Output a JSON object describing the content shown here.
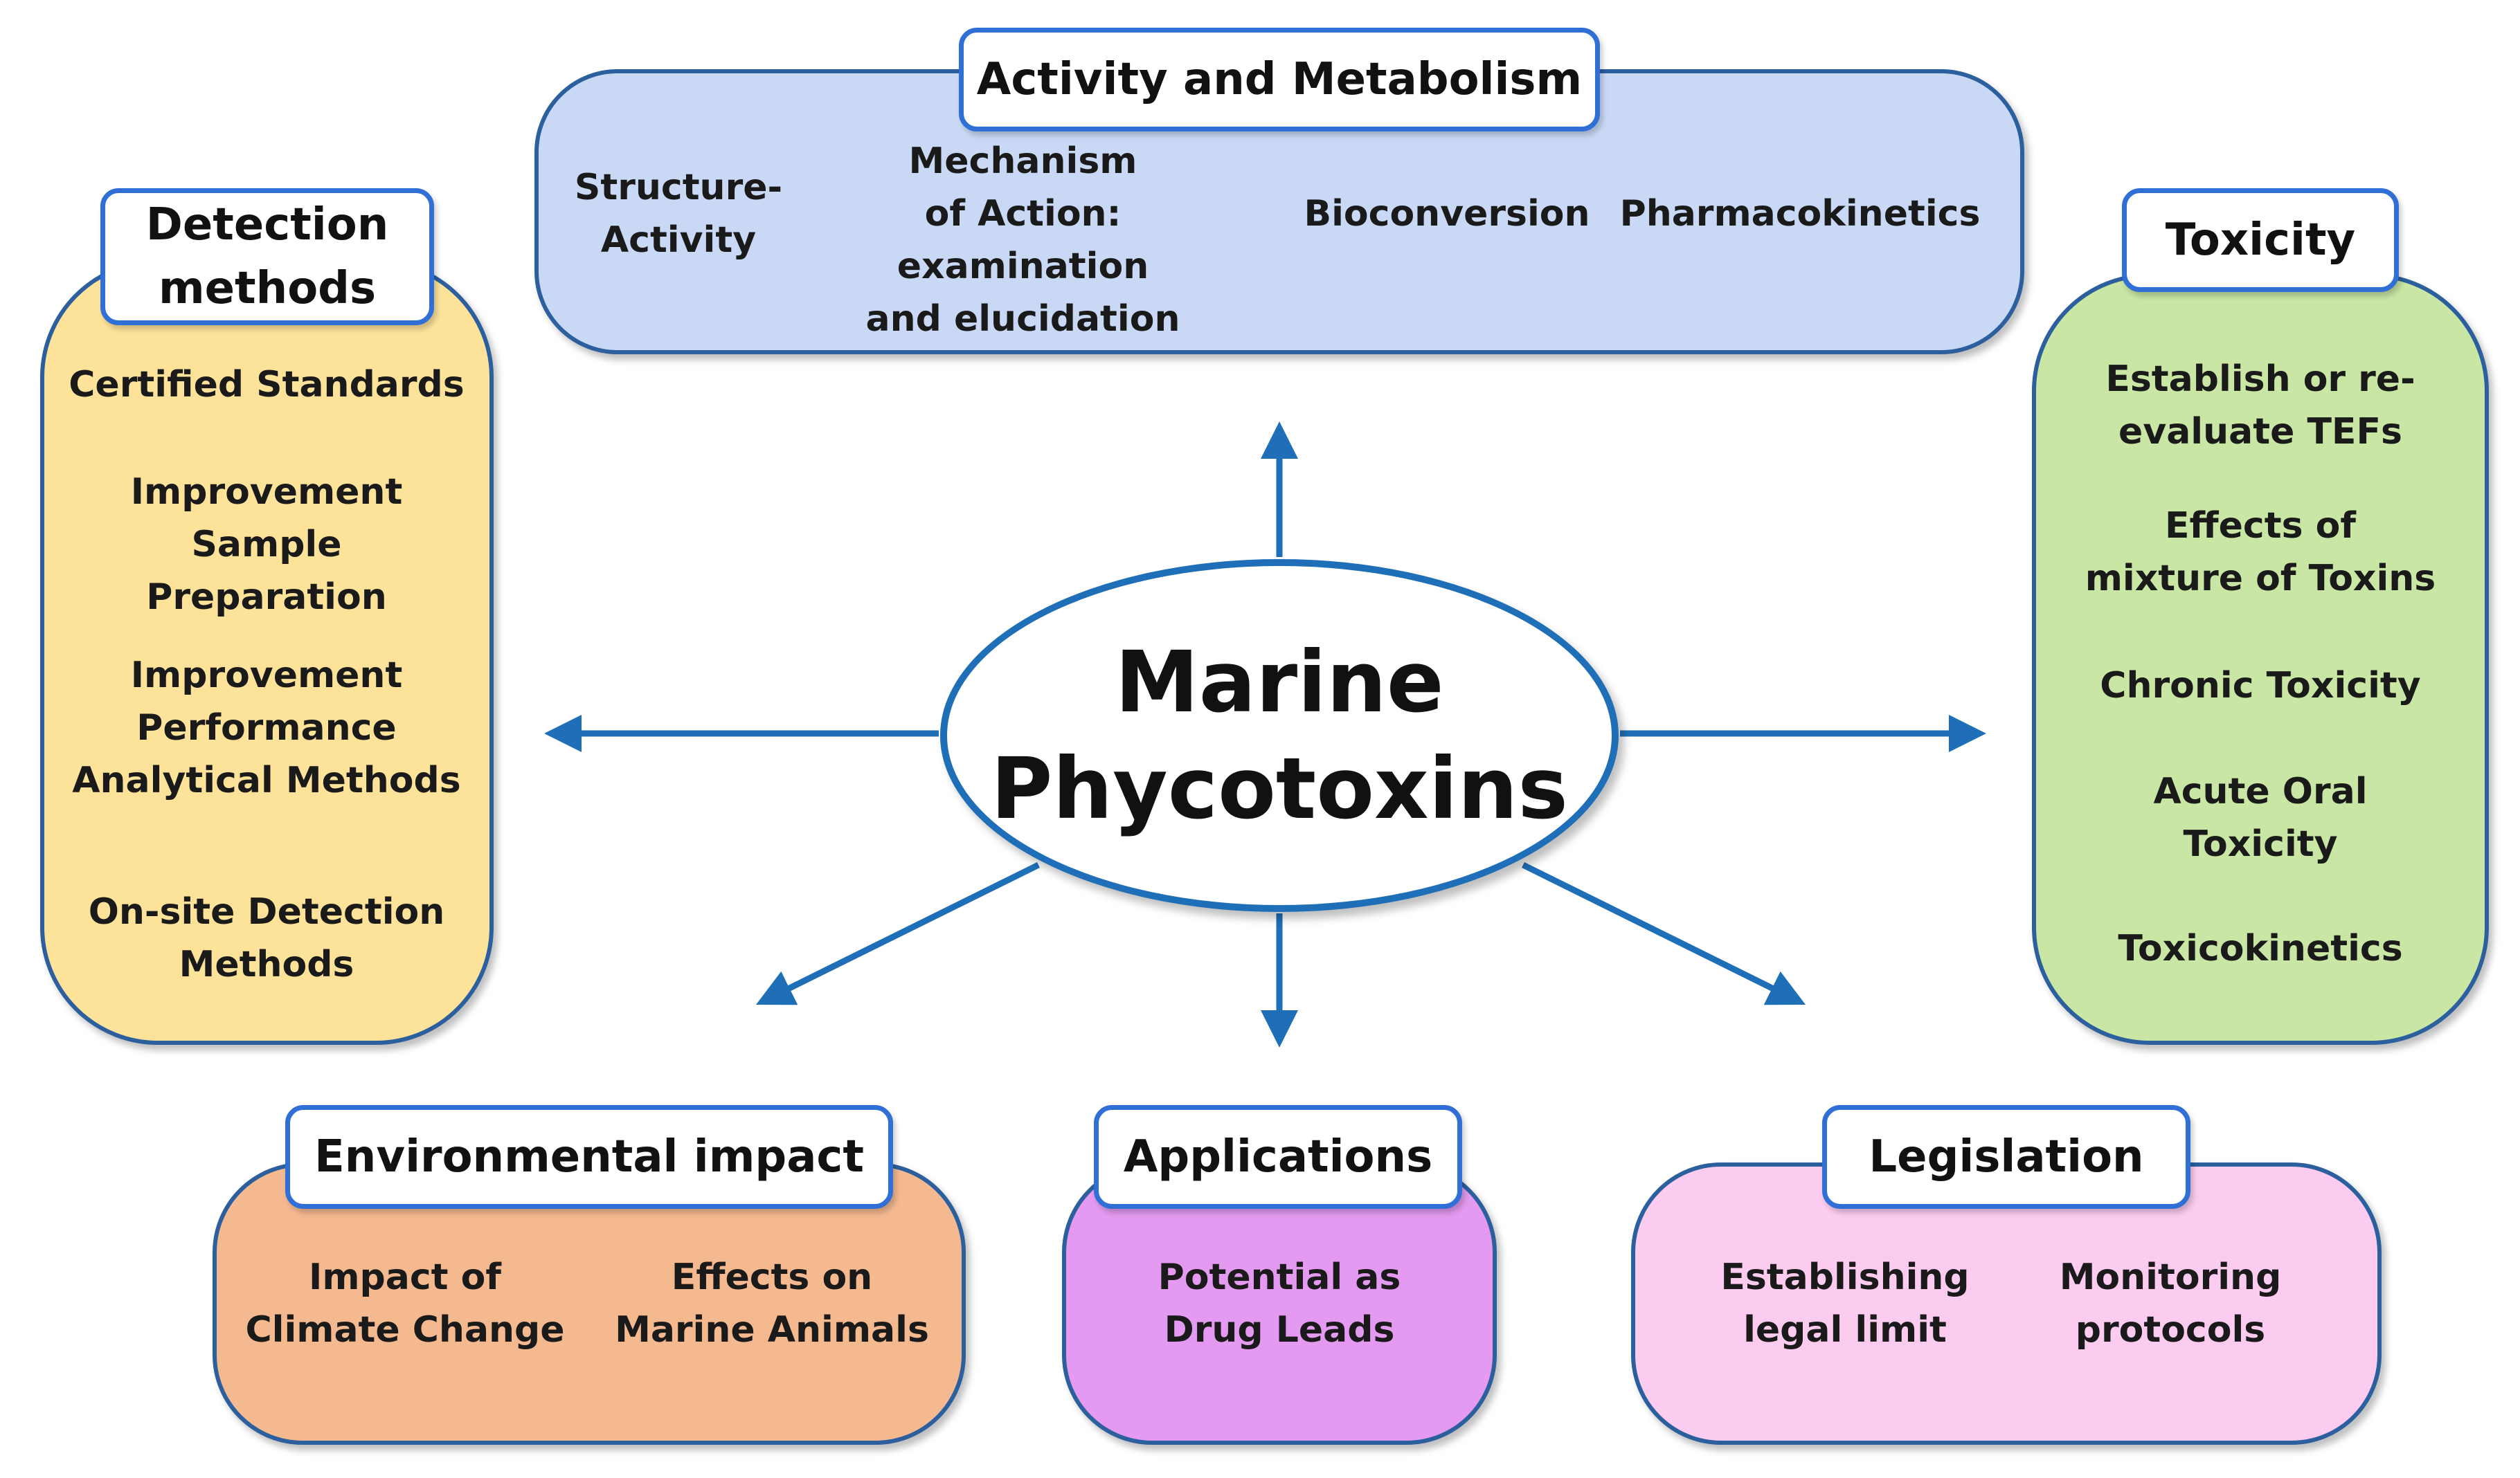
{
  "center": {
    "title": "Marine\nPhycotoxins"
  },
  "categories": {
    "activity": {
      "title": "Activity and Metabolism",
      "items": [
        "Structure-\nActivity",
        "Mechanism\nof Action: examination\nand elucidation",
        "Bioconversion",
        "Pharmacokinetics"
      ]
    },
    "detection": {
      "title": "Detection\nmethods",
      "items": [
        "Certified Standards",
        "Improvement\nSample\nPreparation",
        "Improvement\nPerformance\nAnalytical Methods",
        "On-site Detection\nMethods"
      ]
    },
    "toxicity": {
      "title": "Toxicity",
      "items": [
        "Establish or re-\nevaluate TEFs",
        "Effects of\nmixture of Toxins",
        "Chronic Toxicity",
        "Acute Oral\nToxicity",
        "Toxicokinetics"
      ]
    },
    "environmental": {
      "title": "Environmental impact",
      "items": [
        "Impact of\nClimate Change",
        "Effects on\nMarine Animals"
      ]
    },
    "applications": {
      "title": "Applications",
      "items": [
        "Potential as\nDrug Leads"
      ]
    },
    "legislation": {
      "title": "Legislation",
      "items": [
        "Establishing\nlegal limit",
        "Monitoring\nprotocols"
      ]
    }
  },
  "colors": {
    "activity_fill": "#c9d9f5",
    "detection_fill": "#fde39a",
    "toxicity_fill": "#c9e6a4",
    "environmental_fill": "#f5b990",
    "applications_fill": "#e39af0",
    "legislation_fill": "#fcccf0",
    "box_border": "#2c5f9e",
    "tab_border": "#2f6fd6",
    "arrow": "#1f6fb8"
  }
}
